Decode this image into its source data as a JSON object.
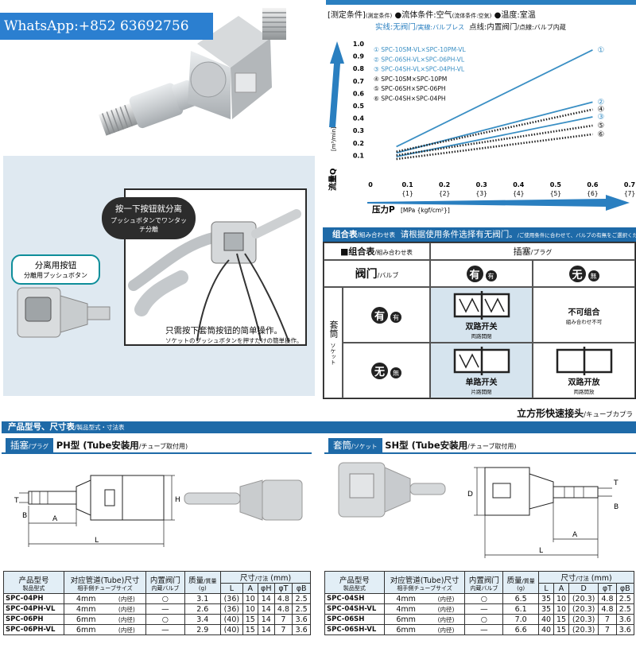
{
  "watermark": "WhatsApp:+852 63692756",
  "hero": {
    "push_title": "按一下按钮就分离",
    "push_sub": "プッシュボタンでワンタッチ分離",
    "release_btn": "分离用按钮",
    "release_btn_sub": "分離用プッシュボタン",
    "simple_op": "只需按下套筒按钮的简单操作。",
    "simple_op_sub": "ソケットのプッシュボタンを押すだけの簡単操作。"
  },
  "chart_head": {
    "cond_label": "[测定条件]",
    "cond_small": "(測定条件)",
    "fluid": "●流体条件:空气",
    "fluid_small": "(流体条件:空気)",
    "temp": "●温度:室温",
    "legend_solid": "实线:无阀门",
    "legend_solid_small": "/実線:バルブレス",
    "legend_dot": "点线:内置阀门",
    "legend_dot_small": "/点線:バルブ内蔵"
  },
  "chart_data": {
    "type": "line",
    "xlabel": "压力P",
    "xlabel_unit": "[MPa {kgf/cm²}]",
    "ylabel": "流量Q",
    "ylabel_unit": "[m³/min]",
    "xlim": [
      0,
      0.7
    ],
    "ylim": [
      0,
      1.0
    ],
    "x_ticks": [
      "0",
      "0.1",
      "0.2",
      "0.3",
      "0.4",
      "0.5",
      "0.6",
      "0.7"
    ],
    "x_ticks_kgf": [
      "",
      "{1}",
      "{2}",
      "{3}",
      "{4}",
      "{5}",
      "{6}",
      "{7}"
    ],
    "y_ticks": [
      "0.1",
      "0.2",
      "0.3",
      "0.4",
      "0.5",
      "0.6",
      "0.7",
      "0.8",
      "0.9",
      "1.0"
    ],
    "series": [
      {
        "name": "① SPC-10SM-VL×SPC-10PM-VL",
        "tag": "①",
        "style": "solid",
        "x": [
          0.07,
          0.6
        ],
        "y": [
          0.17,
          0.95
        ]
      },
      {
        "name": "② SPC-06SH-VL×SPC-06PH-VL",
        "tag": "②",
        "style": "solid",
        "x": [
          0.07,
          0.6
        ],
        "y": [
          0.12,
          0.53
        ]
      },
      {
        "name": "③ SPC-04SH-VL×SPC-04PH-VL",
        "tag": "③",
        "style": "solid",
        "x": [
          0.07,
          0.6
        ],
        "y": [
          0.09,
          0.41
        ]
      },
      {
        "name": "④ SPC-10SM×SPC-10PM",
        "tag": "④",
        "style": "dotted",
        "x": [
          0.07,
          0.6
        ],
        "y": [
          0.13,
          0.47
        ]
      },
      {
        "name": "⑤ SPC-06SH×SPC-06PH",
        "tag": "⑤",
        "style": "dotted",
        "x": [
          0.07,
          0.6
        ],
        "y": [
          0.1,
          0.34
        ]
      },
      {
        "name": "⑥ SPC-04SH×SPC-04PH",
        "tag": "⑥",
        "style": "dotted",
        "x": [
          0.07,
          0.6
        ],
        "y": [
          0.07,
          0.27
        ]
      }
    ],
    "colors": {
      "solid": "#3a8fc4",
      "dotted": "#222222",
      "arrow": "#2a7fc0"
    }
  },
  "combo": {
    "bar_title": "组合表",
    "bar_title_small": "/組み合わせ表",
    "bar_note": "请根据使用条件选择有无阀门。",
    "bar_note_small": "/ご使用条件に合わせて、バルブの有無をご選択ください。",
    "corner_title": "■组合表",
    "corner_title_small": "/組み合わせ表",
    "valve_label": "阀门",
    "valve_small": "/バルブ",
    "plug_label": "插塞",
    "plug_small": "/プラグ",
    "socket_label": "套筒",
    "socket_small": "ソケット",
    "yes": "有",
    "no": "无",
    "yes_small": "有",
    "no_small": "無",
    "both_close": "双路开关",
    "both_close_small": "両路開閉",
    "no_combo": "不可组合",
    "no_combo_small": "組み合わせ不可",
    "single_close": "单路开关",
    "single_close_small": "片路開閉",
    "both_open": "双路开放",
    "both_open_small": "両路開放"
  },
  "spec": {
    "cube_title": "立方形快速接头",
    "cube_title_small": "/キューブカプラ",
    "bar": "产品型号、尺寸表",
    "bar_small": "/製品型式・寸法表",
    "ph_tag": "插塞",
    "ph_tag_small": "/プラグ",
    "ph_title": "PH型 (Tube安装用",
    "ph_title_small": "/チューブ取付用)",
    "sh_tag": "套筒",
    "sh_tag_small": "/ソケット",
    "sh_title": "SH型 (Tube安装用",
    "sh_title_small": "/チューブ取付用)",
    "dims": {
      "T": "T",
      "B": "B",
      "A": "A",
      "L": "L",
      "H": "H",
      "D": "D"
    },
    "col_model": "产品型号",
    "col_model_small": "製品型式",
    "col_tube": "对应管道(Tube)尺寸",
    "col_tube_small": "相手側チューブサイズ",
    "col_valve": "内置阀门",
    "col_valve_small": "内蔵バルブ",
    "col_mass": "质量",
    "col_mass_small": "/質量",
    "col_mass_unit": "(g)",
    "col_dim": "尺寸",
    "col_dim_small": "/寸法",
    "col_dim_unit": "(mm)",
    "ph_cols": [
      "L",
      "A",
      "φH",
      "φT",
      "φB"
    ],
    "sh_cols": [
      "L",
      "A",
      "D",
      "φT",
      "φB"
    ],
    "ph_rows": [
      [
        "SPC-04PH",
        "4mm",
        "(内径)",
        "○",
        "3.1",
        "(36)",
        "10",
        "14",
        "4.8",
        "2.5"
      ],
      [
        "SPC-04PH-VL",
        "4mm",
        "(内径)",
        "—",
        "2.6",
        "(36)",
        "10",
        "14",
        "4.8",
        "2.5"
      ],
      [
        "SPC-06PH",
        "6mm",
        "(内径)",
        "○",
        "3.4",
        "(40)",
        "15",
        "14",
        "7",
        "3.6"
      ],
      [
        "SPC-06PH-VL",
        "6mm",
        "(内径)",
        "—",
        "2.9",
        "(40)",
        "15",
        "14",
        "7",
        "3.6"
      ]
    ],
    "sh_rows": [
      [
        "SPC-04SH",
        "4mm",
        "(内径)",
        "○",
        "6.5",
        "35",
        "10",
        "(20.3)",
        "4.8",
        "2.5"
      ],
      [
        "SPC-04SH-VL",
        "4mm",
        "(内径)",
        "—",
        "6.1",
        "35",
        "10",
        "(20.3)",
        "4.8",
        "2.5"
      ],
      [
        "SPC-06SH",
        "6mm",
        "(内径)",
        "○",
        "7.0",
        "40",
        "15",
        "(20.3)",
        "7",
        "3.6"
      ],
      [
        "SPC-06SH-VL",
        "6mm",
        "(内径)",
        "—",
        "6.6",
        "40",
        "15",
        "(20.3)",
        "7",
        "3.6"
      ]
    ]
  }
}
